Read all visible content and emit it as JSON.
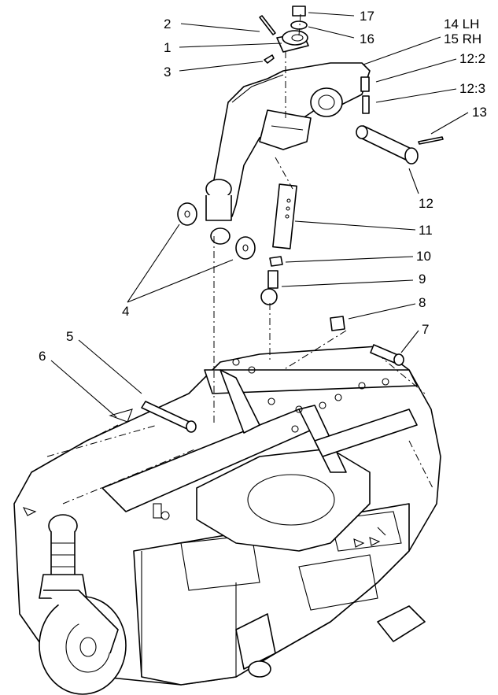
{
  "diagram": {
    "labels": {
      "l1": "1",
      "l2": "2",
      "l3": "3",
      "l4": "4",
      "l5": "5",
      "l6": "6",
      "l7": "7",
      "l8": "8",
      "l9": "9",
      "l10": "10",
      "l11": "11",
      "l12": "12",
      "l12_2": "12:2",
      "l12_3": "12:3",
      "l13": "13",
      "l14": "14 LH",
      "l15": "15 RH",
      "l16": "16",
      "l17": "17"
    },
    "colors": {
      "line": "#000000",
      "background": "#ffffff"
    }
  }
}
